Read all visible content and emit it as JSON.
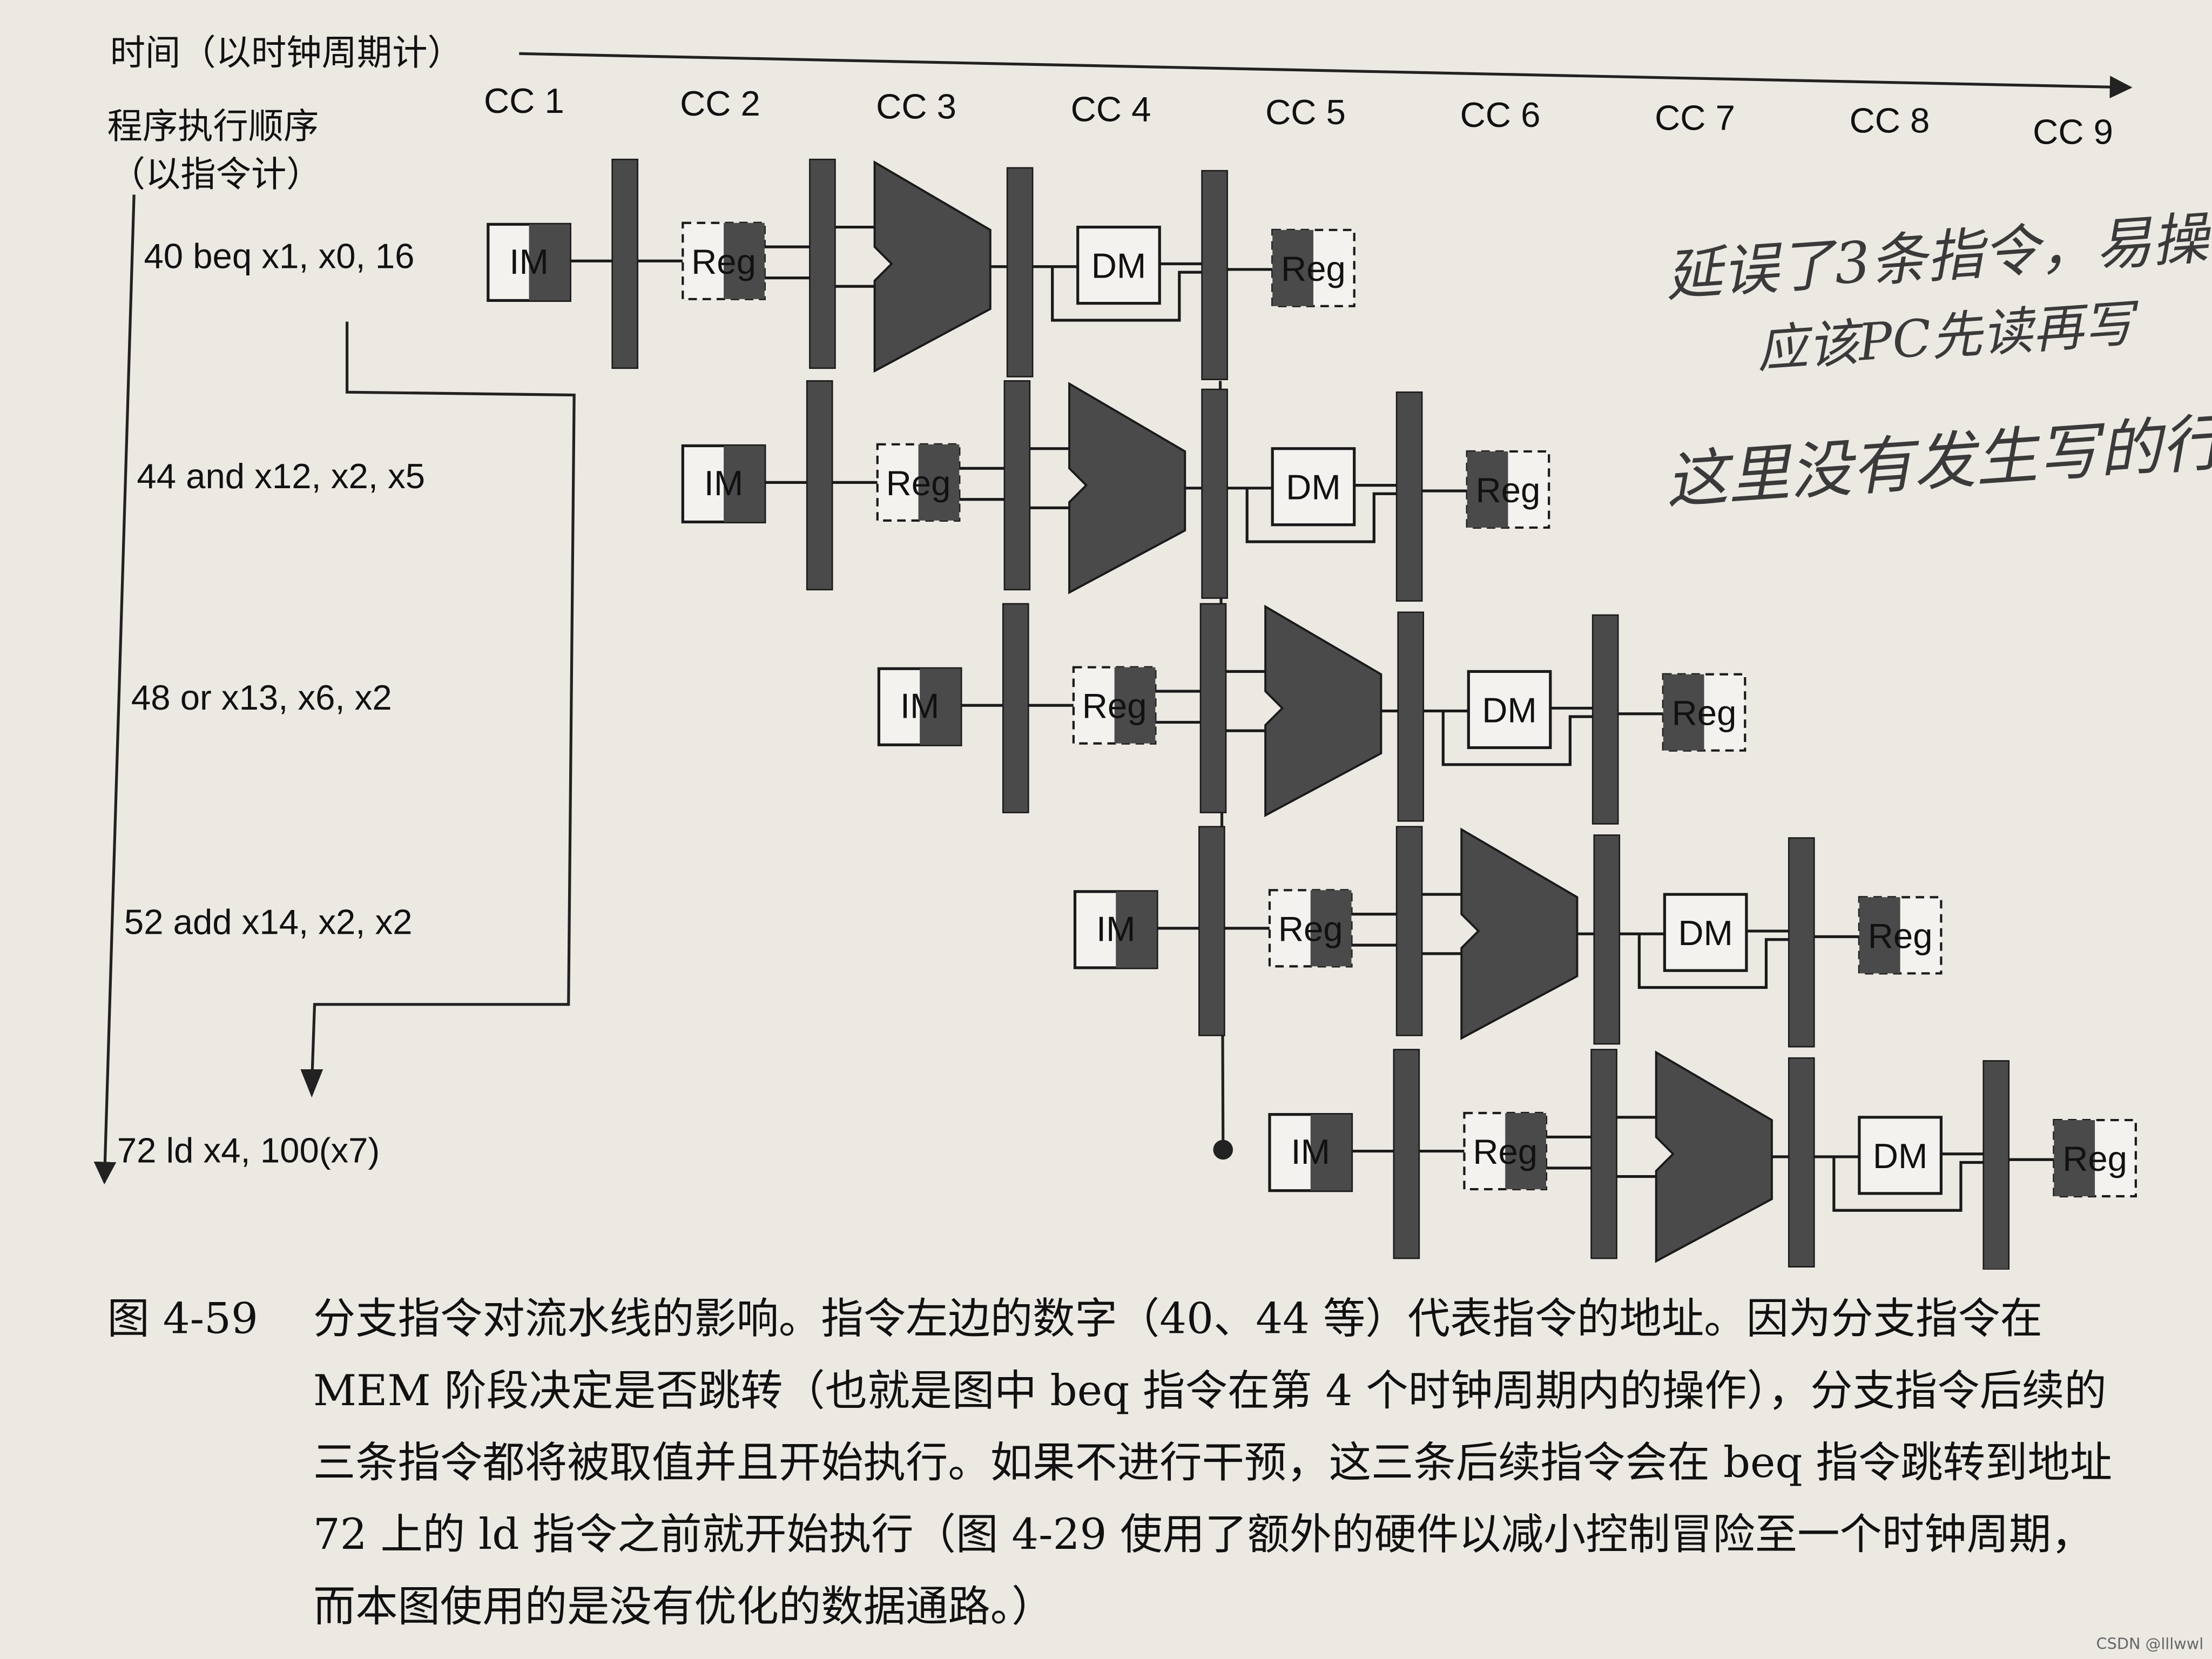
{
  "axis": {
    "time_label": "时间（以时钟周期计）",
    "order_label_line1": "程序执行顺序",
    "order_label_line2": "（以指令计）"
  },
  "cycles": [
    "CC 1",
    "CC 2",
    "CC 3",
    "CC 4",
    "CC 5",
    "CC 6",
    "CC 7",
    "CC 8",
    "CC 9"
  ],
  "instructions": [
    "40 beq x1, x0, 16",
    "44 and x12, x2, x5",
    "48 or x13, x6, x2",
    "52 add x14, x2, x2",
    "72 ld x4, 100(x7)"
  ],
  "stages": {
    "im": "IM",
    "reg": "Reg",
    "dm": "DM"
  },
  "handwriting": [
    "延误了3条指令，易操",
    "应该PC先读再写",
    "这里没有发生写的行为"
  ],
  "caption": {
    "figure_number": "图 4-59",
    "text": "分支指令对流水线的影响。指令左边的数字（40、44 等）代表指令的地址。因为分支指令在 MEM 阶段决定是否跳转（也就是图中 beq 指令在第 4 个时钟周期内的操作），分支指令后续的三条指令都将被取值并且开始执行。如果不进行干预，这三条后续指令会在 beq 指令跳转到地址 72 上的 ld 指令之前就开始执行（图 4-29 使用了额外的硬件以减小控制冒险至一个时钟周期，而本图使用的是没有优化的数据通路。）"
  },
  "credit": "CSDN @lllwwl",
  "colors": {
    "shade": "#4a4a4a",
    "ink": "#1a1a1a",
    "paper": "#ece9e3"
  }
}
